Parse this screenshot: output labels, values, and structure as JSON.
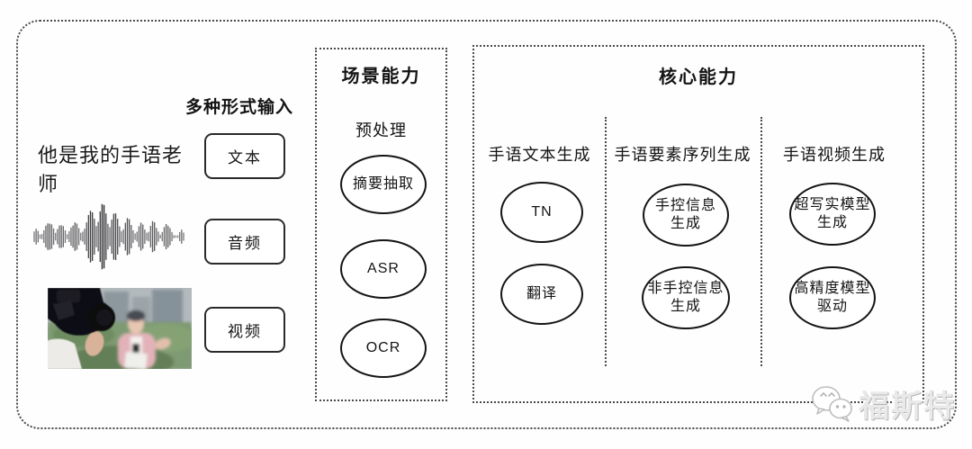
{
  "colors": {
    "ink": "#141414",
    "dotted_border": "#4a4a4a",
    "watermark_gray": "#c9c9c9"
  },
  "input_section": {
    "title": "多种形式输入",
    "text_row": {
      "sample_text": "他是我的手语老师",
      "type_label": "文本"
    },
    "audio_row": {
      "icon": "audio-waveform",
      "type_label": "音频"
    },
    "video_row": {
      "icon": "camera-interview-photo",
      "type_label": "视频"
    }
  },
  "scene_panel": {
    "title": "场景能力",
    "subtitle": "预处理",
    "nodes": [
      "摘要抽取",
      "ASR",
      "OCR"
    ]
  },
  "core_panel": {
    "title": "核心能力",
    "columns": [
      {
        "header": "手语文本生成",
        "nodes": [
          "TN",
          "翻译"
        ]
      },
      {
        "header": "手语要素序列生成",
        "nodes": [
          "手控信息\n生成",
          "非手控信息\n生成"
        ]
      },
      {
        "header": "手语视频生成",
        "nodes": [
          "超写实模型\n生成",
          "高精度模型\n驱动"
        ]
      }
    ]
  },
  "watermark": {
    "brand": "福斯特",
    "icon": "wechat-logo"
  }
}
